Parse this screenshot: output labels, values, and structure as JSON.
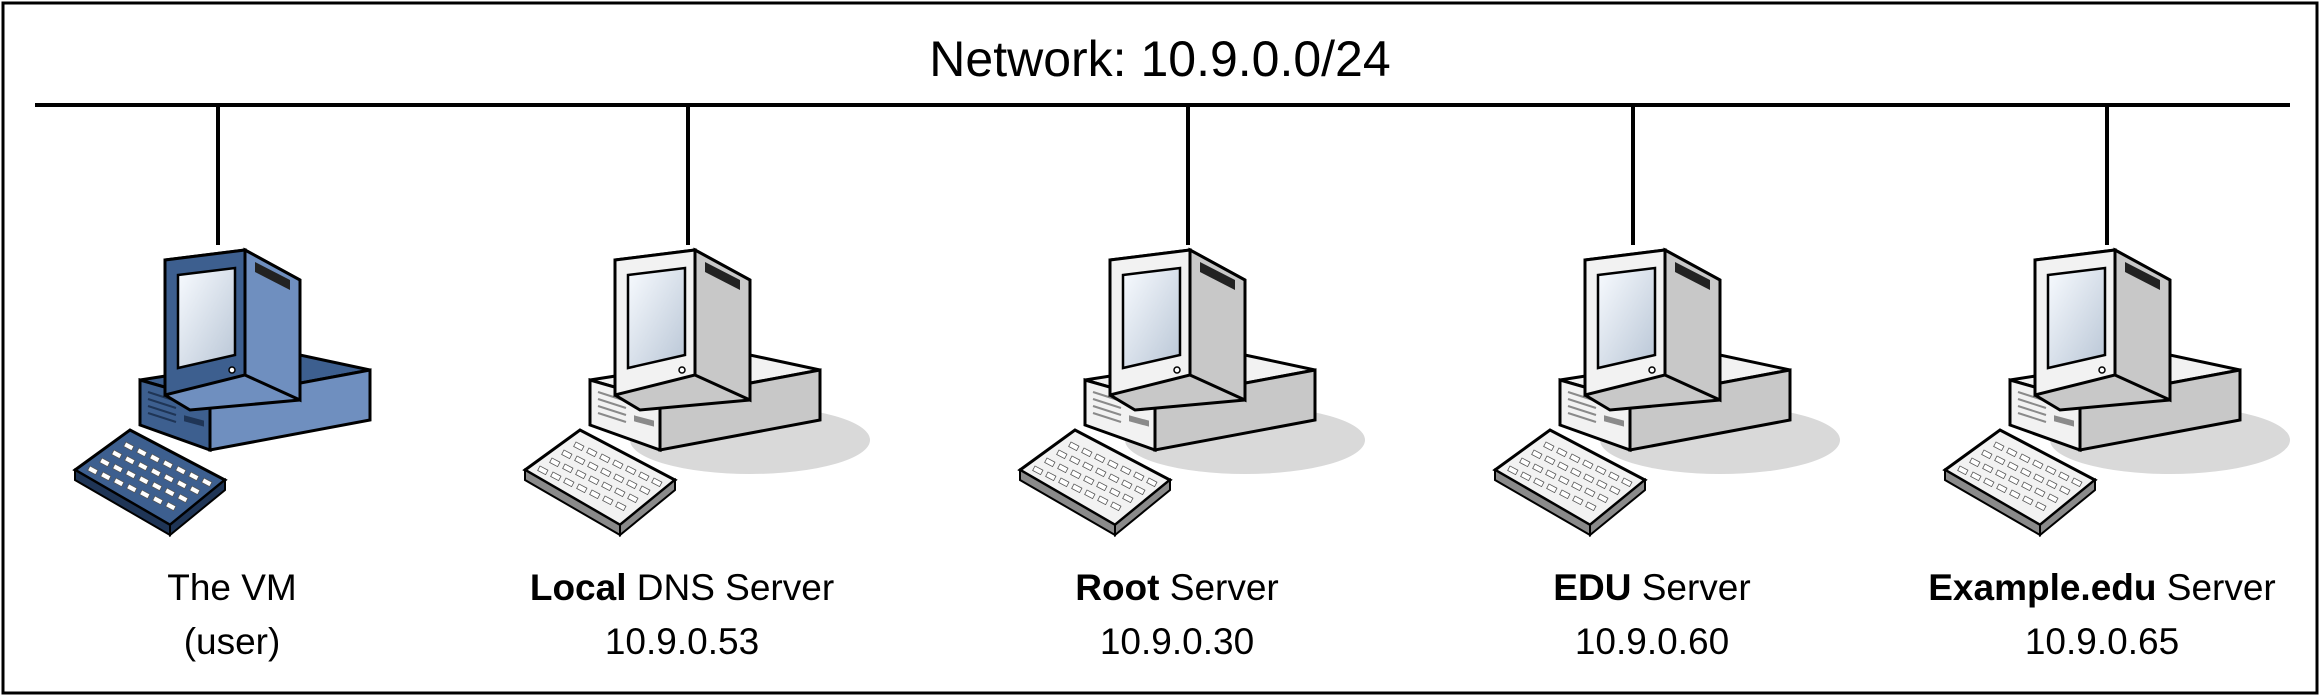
{
  "network": {
    "label": "Network: 10.9.0.0/24"
  },
  "nodes": [
    {
      "kind": "user-vm",
      "line1_bold": "",
      "line1_rest": "The VM",
      "line2": "(user)"
    },
    {
      "kind": "server",
      "line1_bold": "Local",
      "line1_rest": " DNS Server",
      "line2": "10.9.0.53"
    },
    {
      "kind": "server",
      "line1_bold": "Root",
      "line1_rest": " Server",
      "line2": "10.9.0.30"
    },
    {
      "kind": "server",
      "line1_bold": "EDU",
      "line1_rest": " Server",
      "line2": "10.9.0.60"
    },
    {
      "kind": "server",
      "line1_bold": "Example.edu",
      "line1_rest": " Server",
      "line2": "10.9.0.65"
    }
  ],
  "colors": {
    "user_computer_body": "#3d5f8f",
    "user_computer_dark": "#1f3556",
    "user_computer_light": "#6f8fbf",
    "server_body": "#f2f2f2",
    "server_shade": "#c8c8c8",
    "screen": "#e8eef4",
    "shadow": "#d9d9d9",
    "line": "#000000"
  }
}
